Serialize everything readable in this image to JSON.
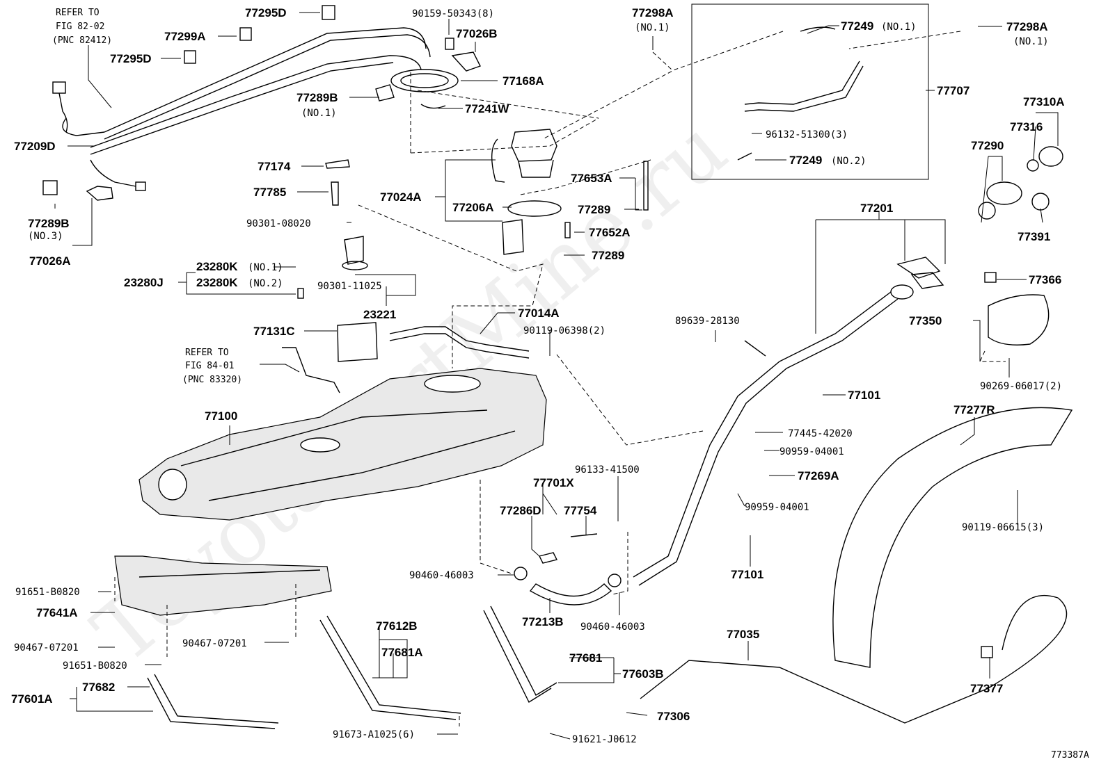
{
  "diagram_code": "773387A",
  "watermark": "ToyotaPartMine.ru",
  "refs": {
    "r1": [
      "REFER TO",
      "FIG 82-02",
      "(PNC 82412)"
    ],
    "r2": [
      "REFER TO",
      "FIG 84-01",
      "(PNC 83320)"
    ]
  },
  "labels": {
    "p77295D_a": "77295D",
    "p77299A": "77299A",
    "p77295D_b": "77295D",
    "p77209D": "77209D",
    "p77289B_3": "77289B",
    "p77289B_3n": "(NO.3)",
    "p77026A": "77026A",
    "p90159": "90159-50343(8)",
    "p77026B": "77026B",
    "p77168A": "77168A",
    "p77289B_1": "77289B",
    "p77289B_1n": "(NO.1)",
    "p77241W": "77241W",
    "p77174": "77174",
    "p77785": "77785",
    "p77024A": "77024A",
    "p77206A": "77206A",
    "p90301_08": "90301-08020",
    "p23280K_1": "23280K",
    "p23280K_1n": "(NO.1)",
    "p23280J": "23280J",
    "p23280K_2": "23280K",
    "p23280K_2n": "(NO.2)",
    "p90301_11": "90301-11025",
    "p23221": "23221",
    "p77131C": "77131C",
    "p77014A": "77014A",
    "p90119_063": "90119-06398(2)",
    "p77653A": "77653A",
    "p77289_a": "77289",
    "p77652A": "77652A",
    "p77289_b": "77289",
    "p77298A_a": "77298A",
    "p77298A_an": "(NO.1)",
    "p77249_1": "77249",
    "p77249_1n": "(NO.1)",
    "p77707": "77707",
    "p96132": "96132-51300(3)",
    "p77249_2": "77249",
    "p77249_2n": "(NO.2)",
    "p77298A_b": "77298A",
    "p77298A_bn": "(NO.1)",
    "p77310A": "77310A",
    "p77316": "77316",
    "p77290": "77290",
    "p77391": "77391",
    "p77201": "77201",
    "p77366": "77366",
    "p77350": "77350",
    "p90269": "90269-06017(2)",
    "p89639": "89639-28130",
    "p77101_a": "77101",
    "p77277R": "77277R",
    "p77445": "77445-42020",
    "p90959_a": "90959-04001",
    "p77269A": "77269A",
    "p90959_b": "90959-04001",
    "p90119_066": "90119-06615(3)",
    "p77101_b": "77101",
    "p77100": "77100",
    "p96133": "96133-41500",
    "p77701X": "77701X",
    "p77286D": "77286D",
    "p77754": "77754",
    "p90460_a": "90460-46003",
    "p77213B": "77213B",
    "p90460_b": "90460-46003",
    "p91651_a": "91651-B0820",
    "p77641A": "77641A",
    "p90467_a": "90467-07201",
    "p90467_b": "90467-07201",
    "p91651_b": "91651-B0820",
    "p77601A": "77601A",
    "p77682": "77682",
    "p77612B": "77612B",
    "p77681A": "77681A",
    "p91673": "91673-A1025(6)",
    "p77681": "77681",
    "p77603B": "77603B",
    "p77306": "77306",
    "p91621": "91621-J0612",
    "p77035": "77035",
    "p77377": "77377"
  }
}
